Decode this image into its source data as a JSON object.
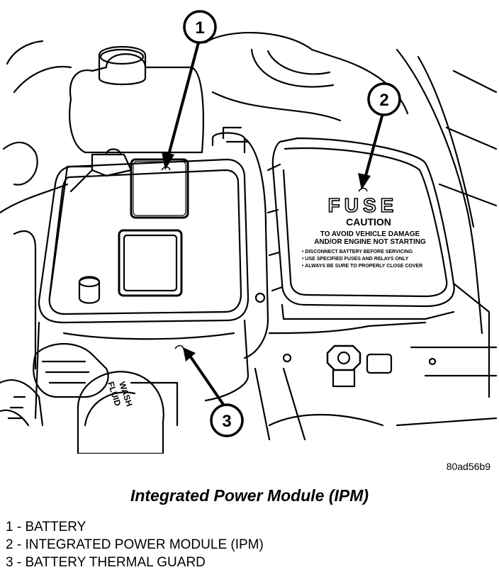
{
  "figure": {
    "code": "80ad56b9",
    "caption": "Integrated Power Module (IPM)"
  },
  "callouts": [
    {
      "number": "1"
    },
    {
      "number": "2"
    },
    {
      "number": "3"
    }
  ],
  "fuse_cover": {
    "word": "FUSE",
    "caution": "CAUTION",
    "warning_line1": "TO AVOID VEHICLE DAMAGE",
    "warning_line2": "AND/OR ENGINE NOT STARTING",
    "bullet1": "• DISCONNECT BATTERY BEFORE SERVICING",
    "bullet2": "• USE SPECIFIED FUSES AND RELAYS ONLY",
    "bullet3": "• ALWAYS BE SURE TO PROPERLY CLOSE COVER"
  },
  "washer_cap": {
    "line1": "WASH",
    "line2": "FLUID"
  },
  "legend": [
    {
      "text": "1 - BATTERY"
    },
    {
      "text": "2 - INTEGRATED POWER MODULE (IPM)"
    },
    {
      "text": "3 - BATTERY THERMAL GUARD"
    }
  ]
}
